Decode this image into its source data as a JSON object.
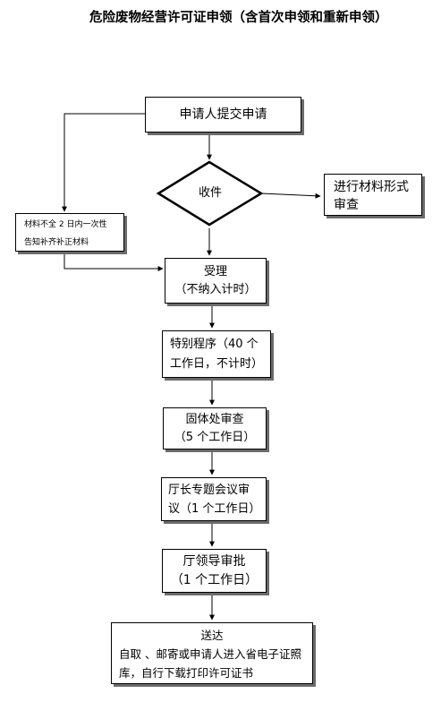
{
  "title": "危险废物经营许可证申领（含首次申领和重新申领）",
  "nodes": {
    "apply": "申请人提交申请",
    "receive": "收件",
    "formal_review_line1": "进行材料形式",
    "formal_review_line2": "审查",
    "incomplete_line1": "材料不全 2 日内一次性",
    "incomplete_line2": "告知补齐补正材料",
    "accept_line1": "受理",
    "accept_line2": "（不纳入计时）",
    "special_line1": "特别程序（40 个",
    "special_line2": "工作日，不计时）",
    "division_line1": "固体处审查",
    "division_line2": "（5 个工作日）",
    "meeting_line1": "厅长专题会议审",
    "meeting_line2": "议（1 个工作日）",
    "approve_line1": "厅领导审批",
    "approve_line2": "（1 个工作日）",
    "deliver_line1": "送达",
    "deliver_line2": "自取 、邮寄或申请人进入省电子证照",
    "deliver_line3": "库，自行下载打印许可证书"
  }
}
